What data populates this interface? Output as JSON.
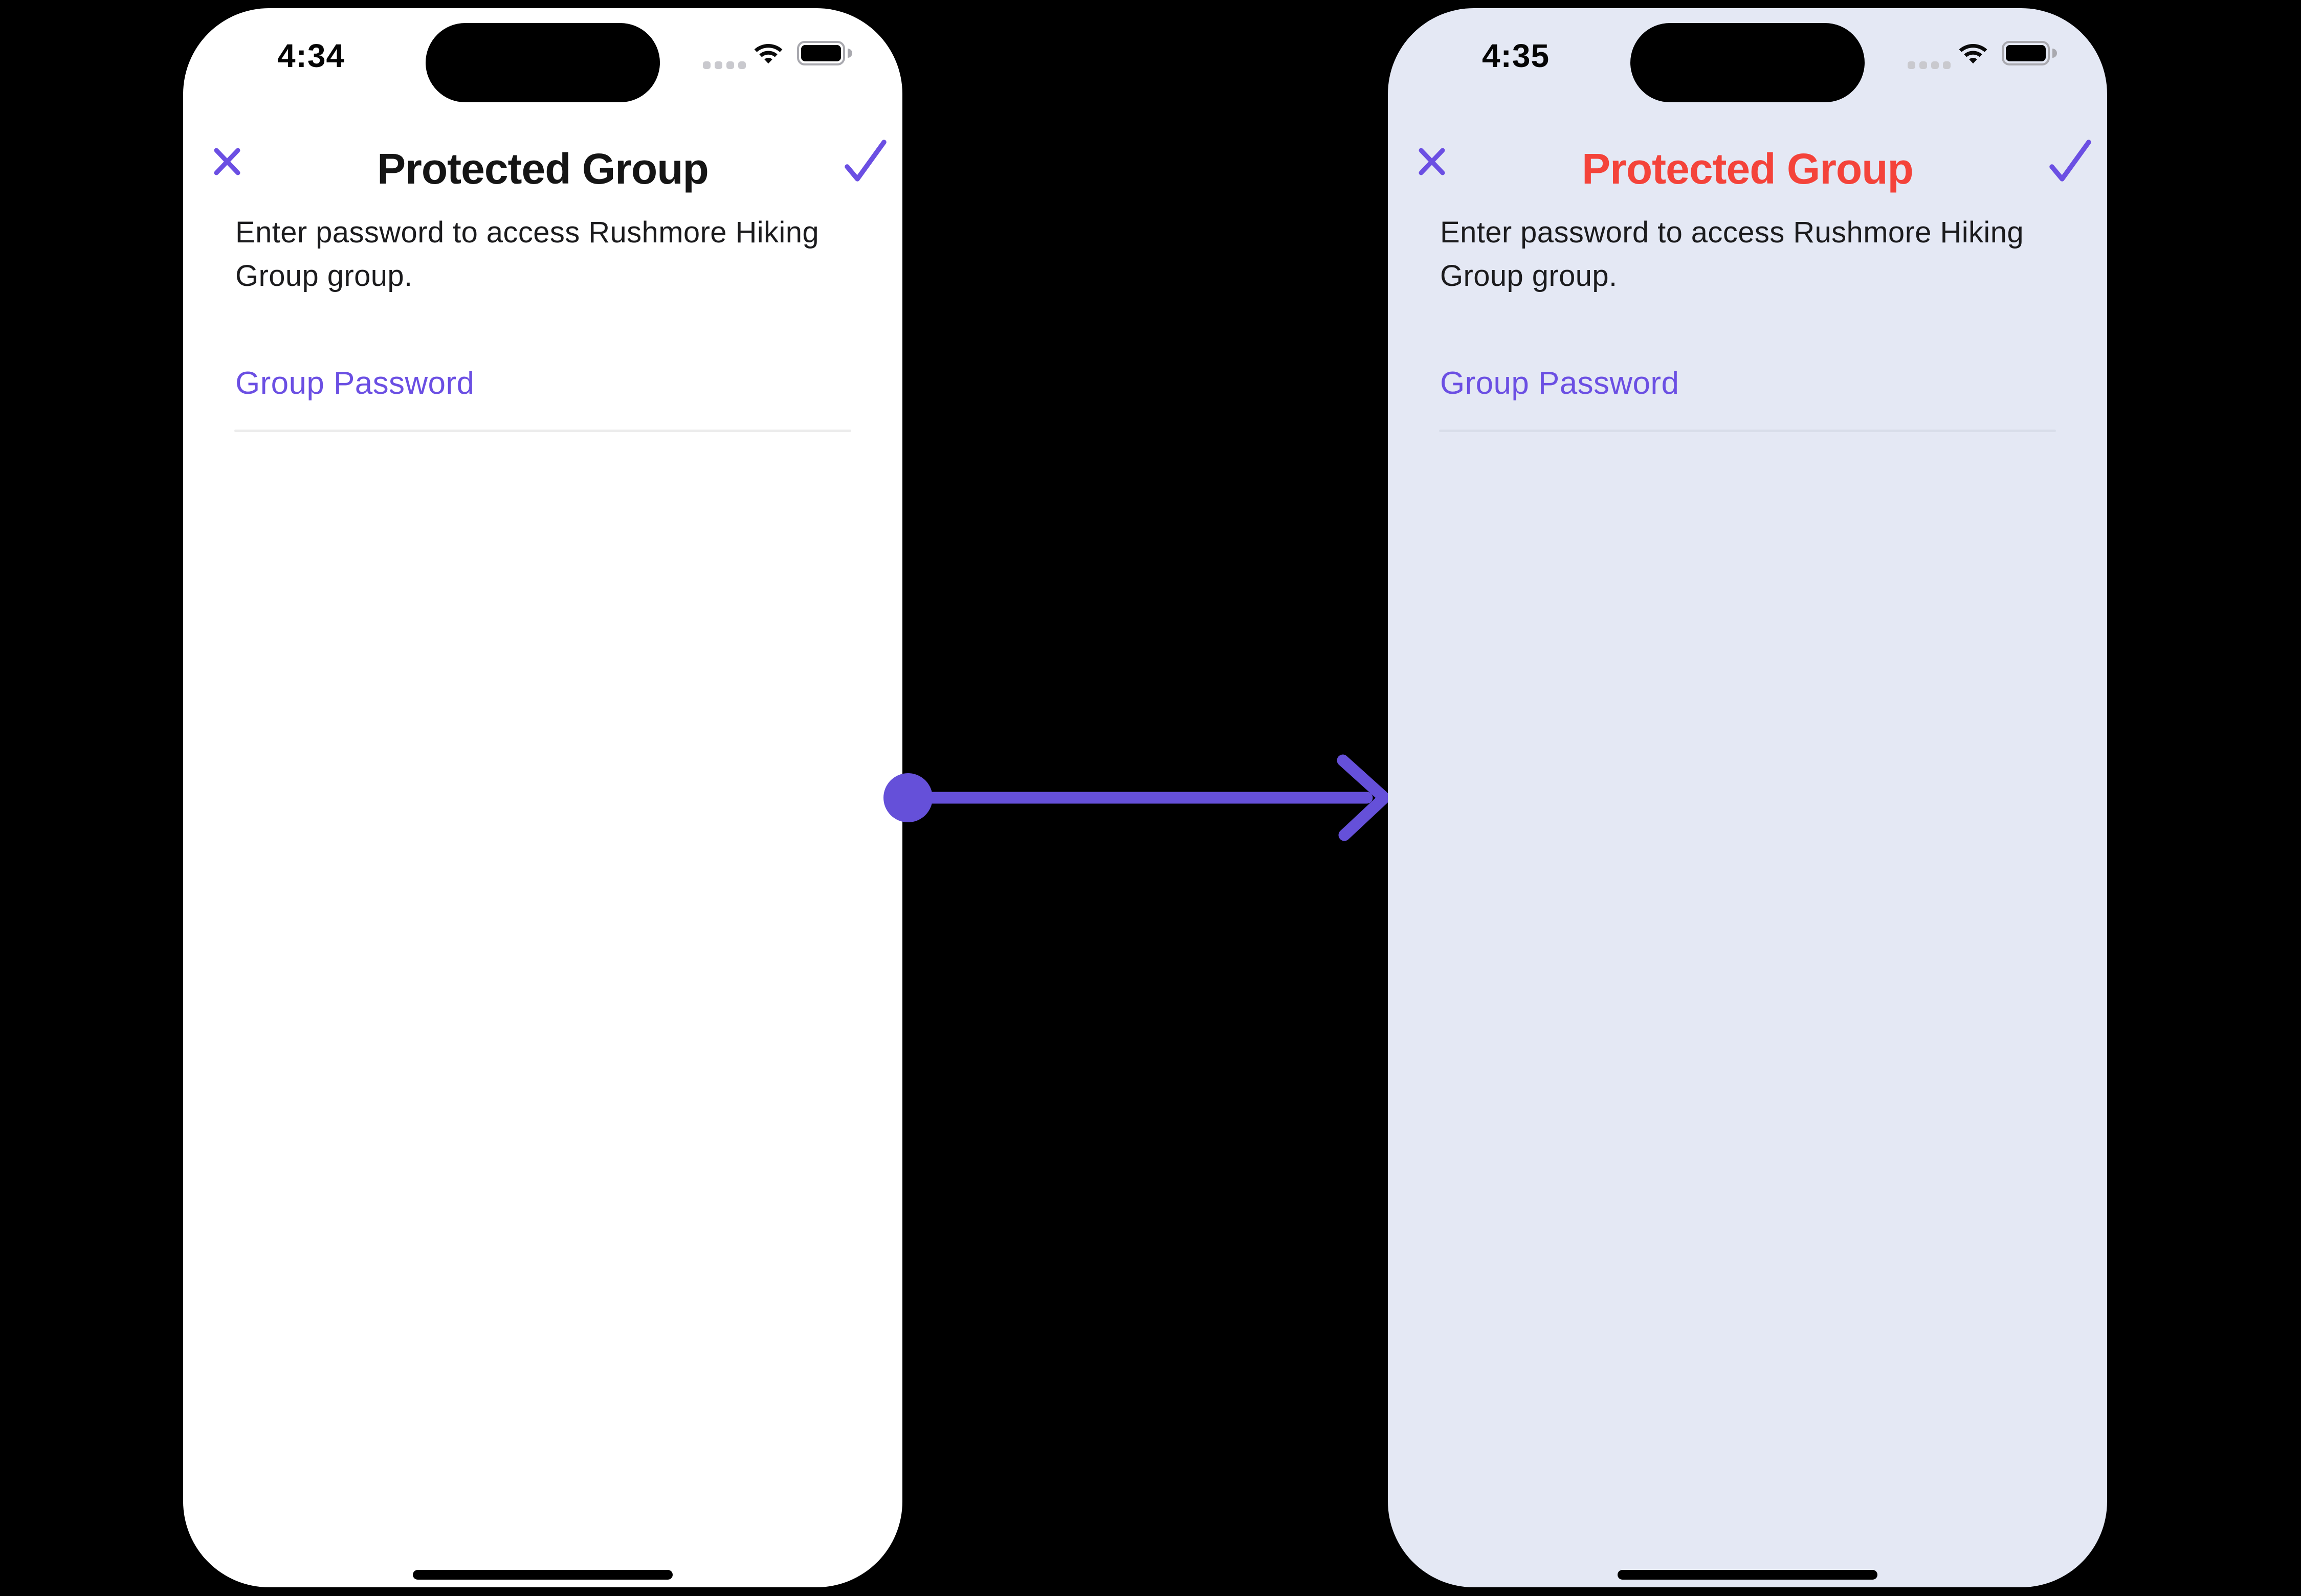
{
  "colors": {
    "canvas_bg": "#000000",
    "accent_purple": "#6B4FE3",
    "arrow_purple": "#6550D9",
    "title_red": "#F4433A",
    "phone_bg_before": "#FFFFFF",
    "phone_bg_after": "#E4E8F4"
  },
  "icons": {
    "close": "x-icon",
    "confirm": "checkmark-icon",
    "cellular": "cellular-signal-icon",
    "wifi": "wifi-icon",
    "battery": "battery-icon"
  },
  "arrow": {
    "meaning": "transition from before-state to after-state"
  },
  "phones": {
    "before": {
      "bg": "#FFFFFF",
      "time": "4:34",
      "nav": {
        "title": "Protected Group",
        "title_color": "#151515"
      },
      "description": "Enter password to access Rushmore Hiking Group group.",
      "password_field": {
        "label": "Group Password",
        "value": ""
      }
    },
    "after": {
      "bg": "#E4E8F4",
      "time": "4:35",
      "nav": {
        "title": "Protected Group",
        "title_color": "#F4433A"
      },
      "description": "Enter password to access Rushmore Hiking Group group.",
      "password_field": {
        "label": "Group Password",
        "value": ""
      }
    }
  }
}
